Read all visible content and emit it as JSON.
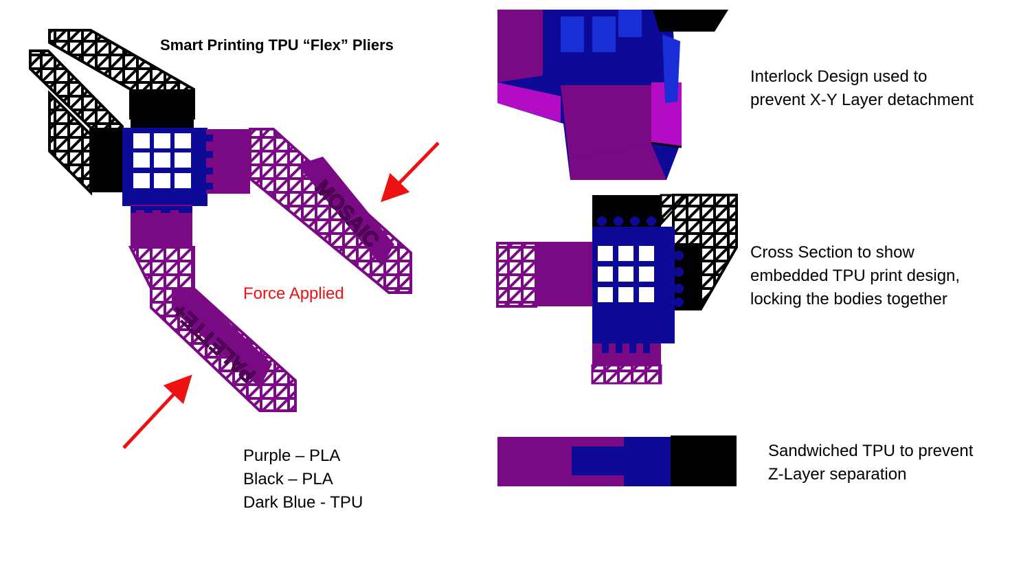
{
  "title": "Smart Printing TPU “Flex” Pliers",
  "force_label": "Force Applied",
  "legend": {
    "purple": "Purple – PLA",
    "black": "Black – PLA",
    "blue": "Dark Blue - TPU"
  },
  "captions": {
    "interlock": [
      "Interlock Design used to",
      "prevent X-Y Layer detachment"
    ],
    "cross_section": [
      "Cross Section  to show",
      "embedded TPU print design,",
      "locking the bodies together"
    ],
    "sandwich": [
      "Sandwiched TPU to prevent",
      "Z-Layer separation"
    ]
  },
  "arm_text": {
    "upper": "MOSAIC",
    "lower": "PALETTE+"
  },
  "colors": {
    "purple": "#7a0a84",
    "purple_light": "#b40cc4",
    "black": "#000000",
    "blue": "#0c0a96",
    "blue_light": "#1a2ed8",
    "arrow": "#ee1111",
    "force_text": "#ee1111"
  }
}
